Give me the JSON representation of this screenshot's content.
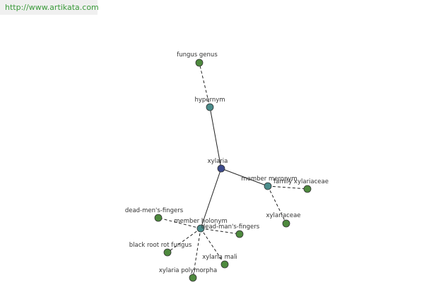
{
  "site": {
    "url": "http://www.artikata.com"
  },
  "colors": {
    "center": "#3d4a8c",
    "relation": "#4a8c8a",
    "leaf": "#4e8a3e",
    "url": "#3a9a3a"
  },
  "nodes": [
    {
      "id": "xylaria",
      "label": "xylaria",
      "kind": "center"
    },
    {
      "id": "hypernym",
      "label": "hypernym",
      "kind": "relation"
    },
    {
      "id": "fungus-genus",
      "label": "fungus genus",
      "kind": "leaf"
    },
    {
      "id": "member-meronym",
      "label": "member meronym",
      "kind": "relation"
    },
    {
      "id": "family-xylariaceae",
      "label": "family xylariaceae",
      "kind": "leaf"
    },
    {
      "id": "xylariaceae",
      "label": "xylariaceae",
      "kind": "leaf"
    },
    {
      "id": "member-holonym",
      "label": "member holonym",
      "kind": "relation"
    },
    {
      "id": "dead-mens-fingers",
      "label": "dead-men's-fingers",
      "kind": "leaf"
    },
    {
      "id": "dead-mans-fingers",
      "label": "dead-man's-fingers",
      "kind": "leaf"
    },
    {
      "id": "black-root-rot-fungus",
      "label": "black root rot fungus",
      "kind": "leaf"
    },
    {
      "id": "xylaria-mali",
      "label": "xylaria mali",
      "kind": "leaf"
    },
    {
      "id": "xylaria-polymorpha",
      "label": "xylaria polymorpha",
      "kind": "leaf"
    }
  ],
  "edges": [
    {
      "from": "xylaria",
      "to": "hypernym",
      "style": "solid"
    },
    {
      "from": "xylaria",
      "to": "member-meronym",
      "style": "solid"
    },
    {
      "from": "xylaria",
      "to": "member-holonym",
      "style": "solid"
    },
    {
      "from": "hypernym",
      "to": "fungus-genus",
      "style": "dashed"
    },
    {
      "from": "member-meronym",
      "to": "family-xylariaceae",
      "style": "dashed"
    },
    {
      "from": "member-meronym",
      "to": "xylariaceae",
      "style": "dashed"
    },
    {
      "from": "member-holonym",
      "to": "dead-mens-fingers",
      "style": "dashed"
    },
    {
      "from": "member-holonym",
      "to": "dead-mans-fingers",
      "style": "dashed"
    },
    {
      "from": "member-holonym",
      "to": "black-root-rot-fungus",
      "style": "dashed"
    },
    {
      "from": "member-holonym",
      "to": "xylaria-mali",
      "style": "dashed"
    },
    {
      "from": "member-holonym",
      "to": "xylaria-polymorpha",
      "style": "dashed"
    }
  ]
}
